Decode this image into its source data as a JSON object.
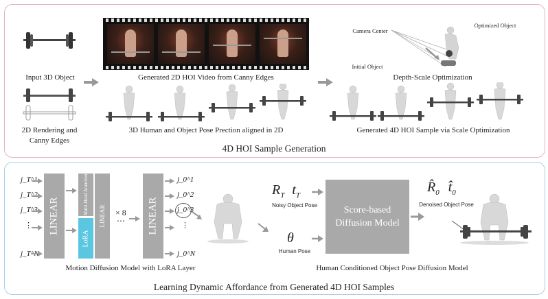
{
  "top": {
    "input_label": "Input 3D Object",
    "render_label_1": "2D Rendering and",
    "render_label_2": "Canny Edges",
    "video_label": "Generated 2D HOI Video from Canny Edges",
    "pose_label": "3D Human and Object Pose Prection aligned in 2D",
    "camera_center": "Camera Center",
    "optimized_object": "Optimized Object",
    "initial_object": "Initial Object",
    "depth_label": "Depth-Scale Optimization",
    "gen4d_label": "Generated 4D HOI Sample via Scale Optimization",
    "section_title": "4D HOI Sample Generation"
  },
  "bottom": {
    "inputs": [
      "j_T^1",
      "j_T^2",
      "j_T^3",
      "⋮",
      "j_T^N"
    ],
    "outputs": [
      "j_0^1",
      "j_0^2",
      "j_0^3",
      "⋮",
      "j_0^N"
    ],
    "linear1": "LINEAR",
    "attention": "Multi-Head Attention",
    "lora": "LoRA",
    "linear2": "LINEAR",
    "times": "× 8",
    "dots": "⋯",
    "linear3": "LINEAR",
    "mdm_label": "Motion Diffusion Model with LoRA Layer",
    "rt": "R",
    "rt_sub": "T",
    "tt": "t",
    "tt_sub": "T",
    "noisy_label": "Noisy Object Pose",
    "theta": "θ",
    "human_pose_label": "Human Pose",
    "score_model_1": "Score-based",
    "score_model_2": "Diffusion Model",
    "r0": "R̂",
    "r0_sub": "0",
    "t0": "t̂",
    "t0_sub": "0",
    "denoised_label": "Denoised Object Pose",
    "hcopd_label": "Human Conditioned Object Pose Diffusion Model",
    "section_title": "Learning Dynamic Affordance from Generated 4D HOI Samples"
  },
  "colors": {
    "top_border": "#e7b2bd",
    "bottom_border": "#a8cfe6",
    "block_gray": "#a9a9a9",
    "lora_cyan": "#5bc6e0"
  }
}
